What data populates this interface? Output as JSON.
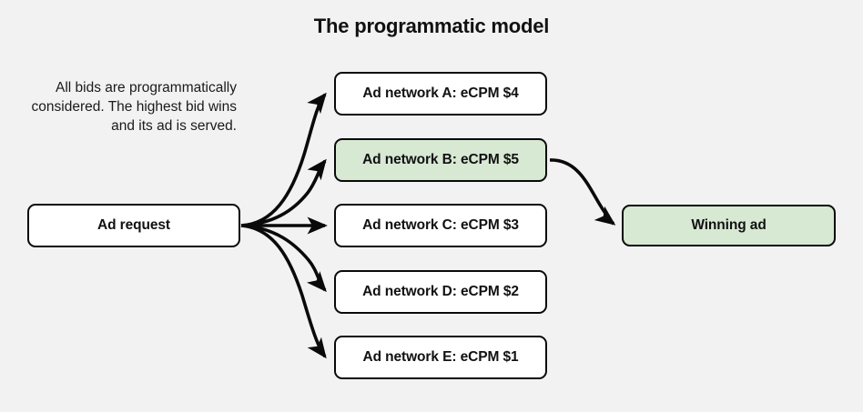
{
  "header": {
    "title": "The programmatic model"
  },
  "caption": {
    "text": "All bids are programmatically considered. The highest bid wins and its ad is served."
  },
  "colors": {
    "background": "#f2f2f2",
    "node_fill": "#ffffff",
    "highlight_fill": "#d7e8d3",
    "stroke": "#0a0a0a",
    "text": "#111111"
  },
  "diagram": {
    "source": {
      "label": "Ad request"
    },
    "networks": [
      {
        "label": "Ad network A: eCPM $4",
        "highlighted": false
      },
      {
        "label": "Ad network B: eCPM $5",
        "highlighted": true
      },
      {
        "label": "Ad network C: eCPM $3",
        "highlighted": false
      },
      {
        "label": "Ad network D: eCPM $2",
        "highlighted": false
      },
      {
        "label": "Ad network E: eCPM $1",
        "highlighted": false
      }
    ],
    "result": {
      "label": "Winning ad",
      "highlighted": true
    }
  }
}
